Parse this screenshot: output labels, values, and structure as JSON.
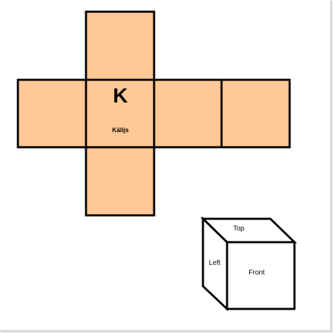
{
  "net": {
    "center_letter": "K",
    "center_word": "Kālijs",
    "face_color": "#FFC896",
    "outline_color": "#000000"
  },
  "cube": {
    "top_label": "Top",
    "left_label": "Left",
    "front_label": "Front"
  }
}
